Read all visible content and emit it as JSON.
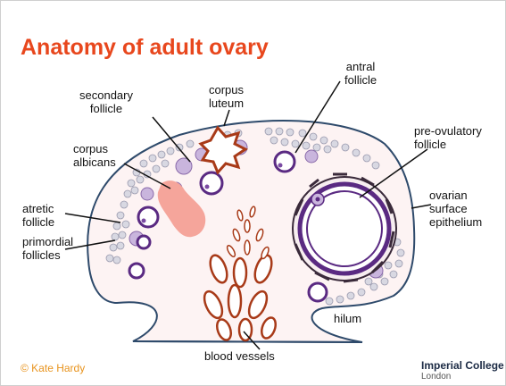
{
  "title": "Anatomy of adult ovary",
  "labels": {
    "secondary_follicle": [
      "secondary",
      "follicle"
    ],
    "corpus_luteum": [
      "corpus",
      "luteum"
    ],
    "antral_follicle": [
      "antral",
      "follicle"
    ],
    "corpus_albicans": [
      "corpus",
      "albicans"
    ],
    "pre_ovulatory_follicle": [
      "pre-ovulatory",
      "follicle"
    ],
    "atretic_follicle": [
      "atretic",
      "follicle"
    ],
    "ovarian_surface_epithelium": [
      "ovarian",
      "surface",
      "epithelium"
    ],
    "primordial_follicles": [
      "primordial",
      "follicles"
    ],
    "hilum": "hilum",
    "blood_vessels": "blood vessels"
  },
  "credit": "© Kate Hardy",
  "logo": {
    "line1": "Imperial College",
    "line2": "London"
  },
  "colors": {
    "title": "#e8471d",
    "ovary_outline": "#2e4a6b",
    "follicle": "#5a2a82",
    "vessel": "#a83a18",
    "corpus_albicans": "#f5a59b",
    "stroma": "#fdf3f3",
    "credit": "#e8931d"
  }
}
